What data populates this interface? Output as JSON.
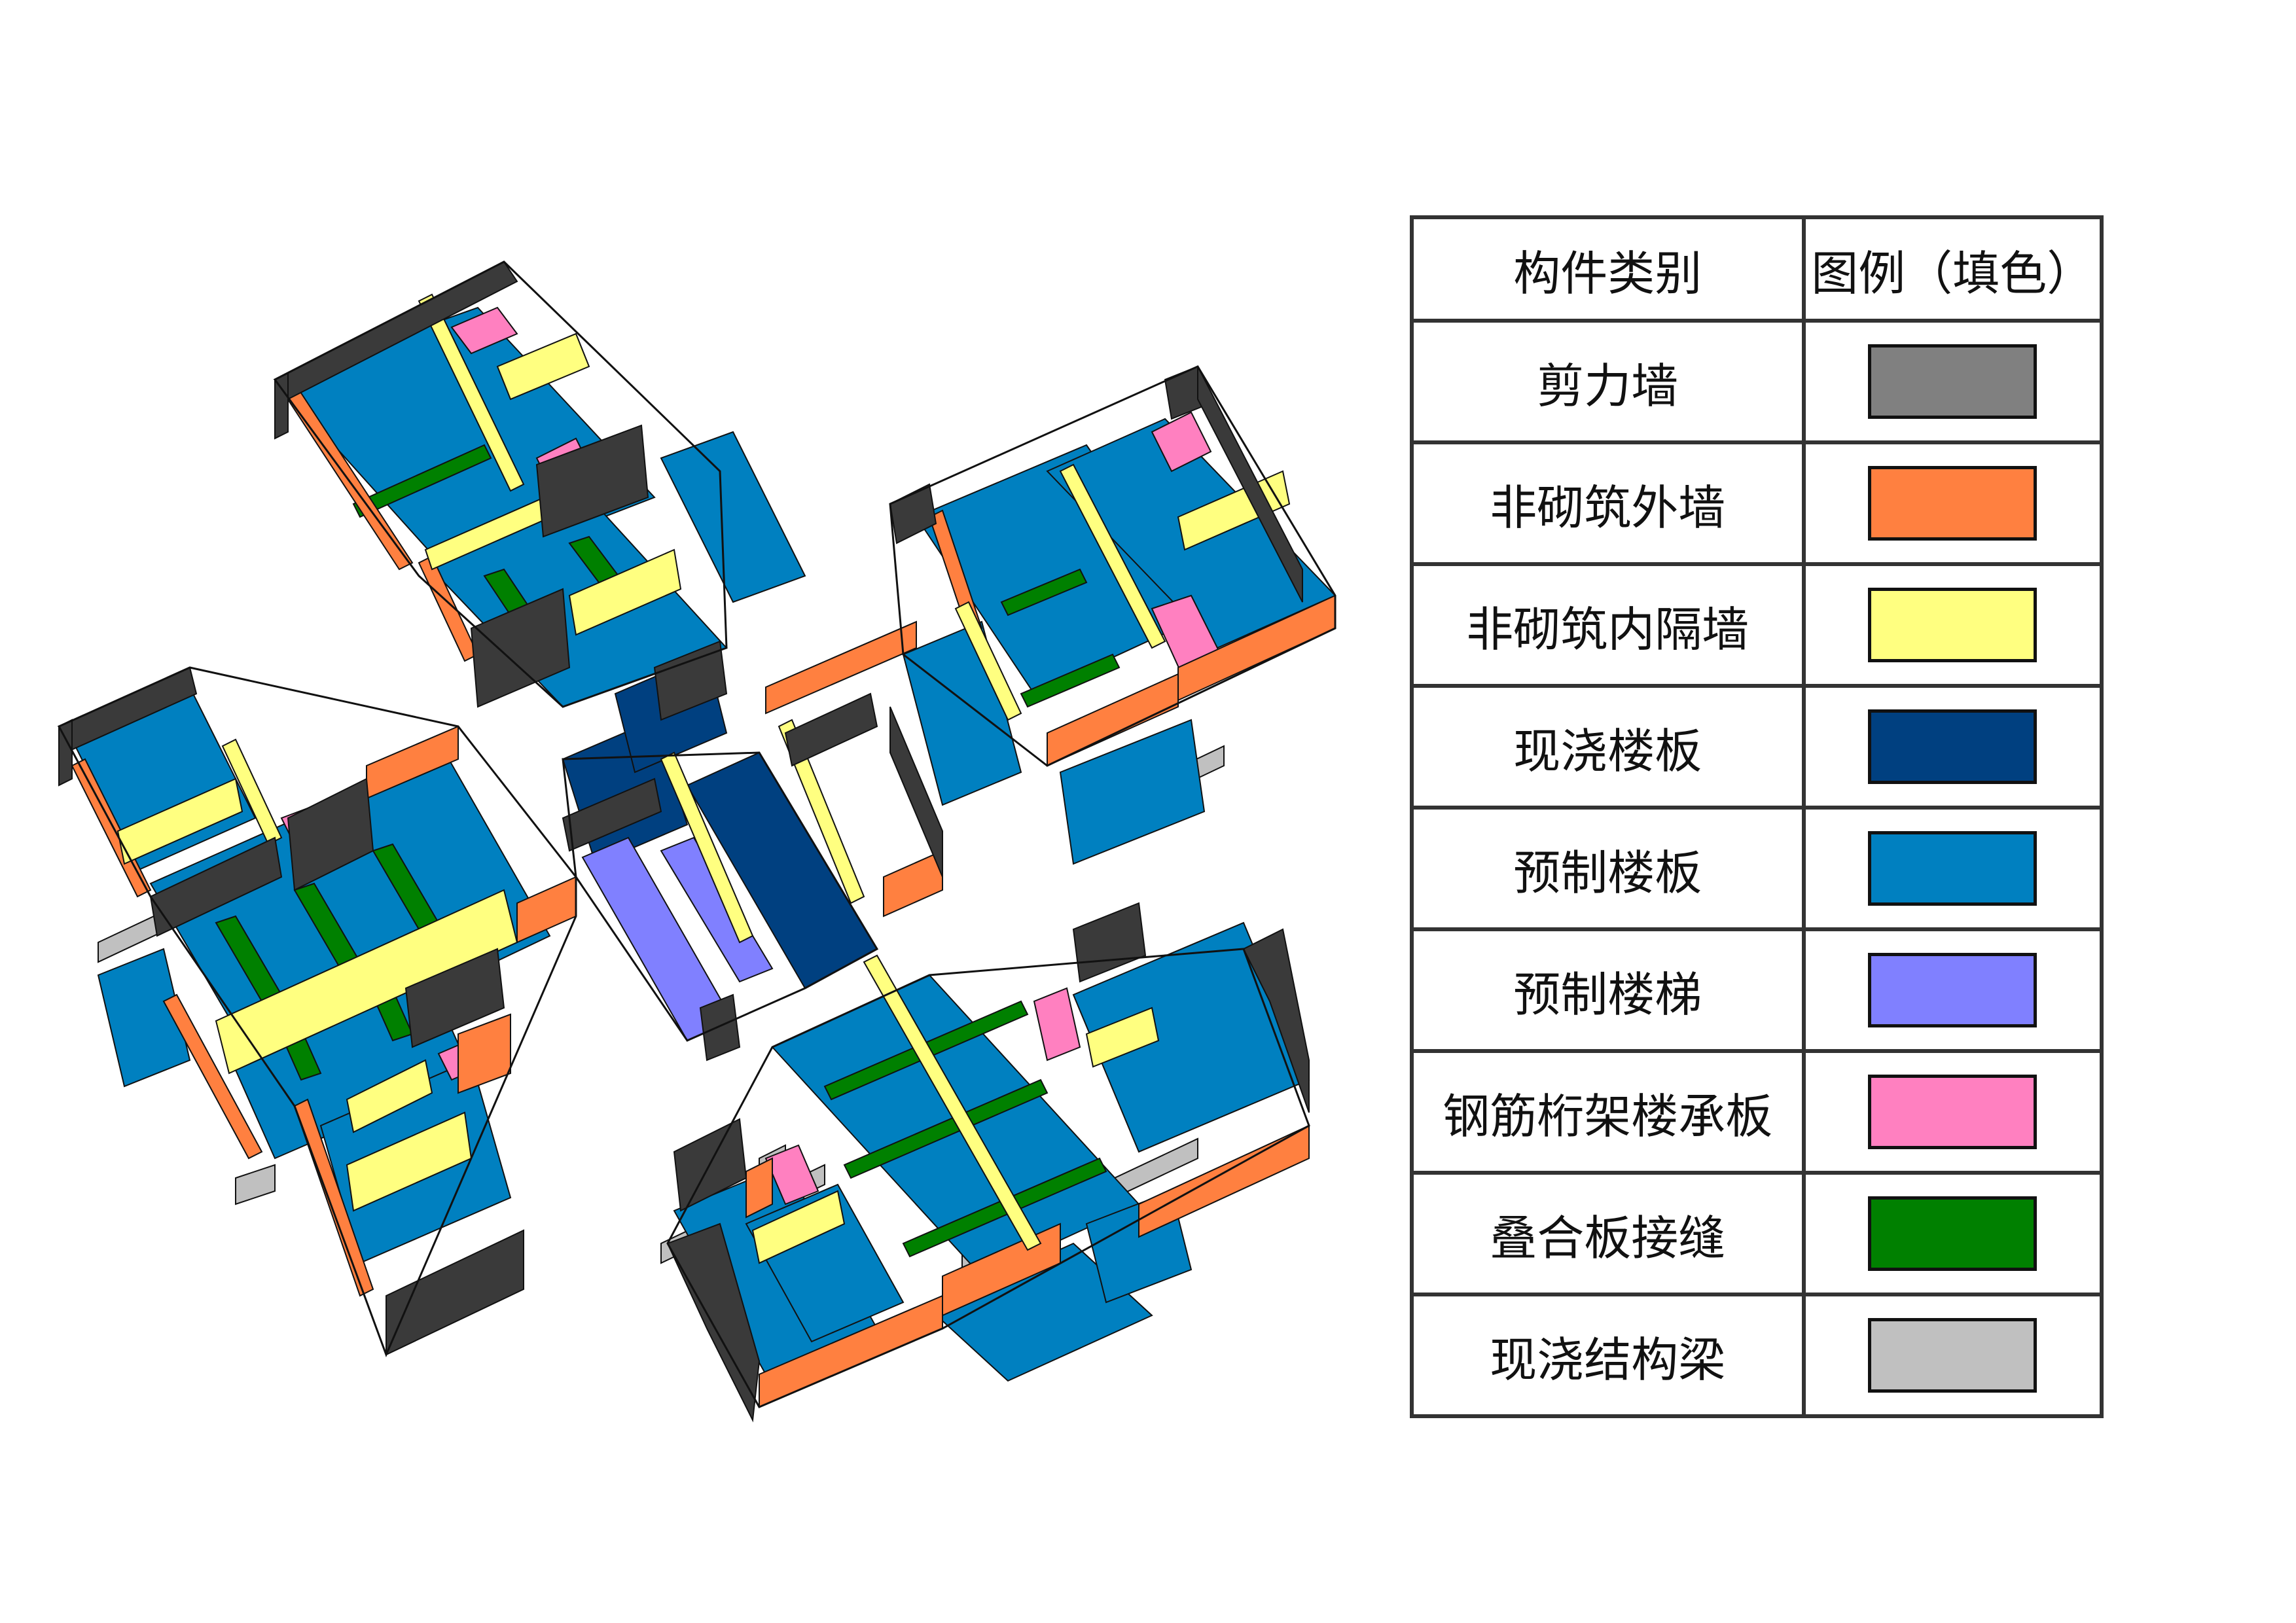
{
  "legend": {
    "header_category": "构件类别",
    "header_legend": "图例（填色）",
    "items": [
      {
        "label": "剪力墙",
        "color": "#808080"
      },
      {
        "label": "非砌筑外墙",
        "color": "#ff8040"
      },
      {
        "label": "非砌筑内隔墙",
        "color": "#ffff80"
      },
      {
        "label": "现浇楼板",
        "color": "#004080"
      },
      {
        "label": "预制楼板",
        "color": "#0080c0"
      },
      {
        "label": "预制楼梯",
        "color": "#8080ff"
      },
      {
        "label": "钢筋桁架楼承板",
        "color": "#ff80c0"
      },
      {
        "label": "叠合板接缝",
        "color": "#008000"
      },
      {
        "label": "现浇结构梁",
        "color": "#c0c0c0"
      }
    ]
  },
  "model": {
    "colors": {
      "shear_wall": "#3a3a3a",
      "exterior_wall": "#ff8040",
      "partition_wall": "#ffff80",
      "cast_slab": "#004080",
      "precast_slab": "#0080c0",
      "precast_stair": "#8080ff",
      "deck_slab": "#ff80c0",
      "joint": "#008000",
      "beam": "#c0c0c0"
    }
  }
}
